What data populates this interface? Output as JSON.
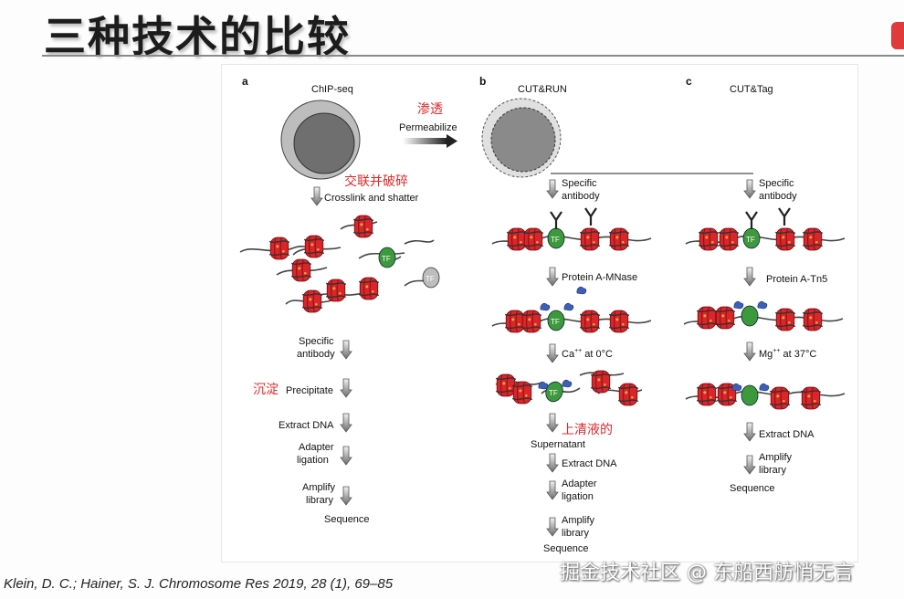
{
  "slide": {
    "title": "三种技术的比较",
    "citation": "Klein, D. C.; Hainer, S. J. Chromosome Res 2019, 28 (1), 69–85",
    "watermark": "掘金技术社区 @ 东船西舫悄无言"
  },
  "figure": {
    "panel_a": {
      "letter": "a",
      "title": "ChIP-seq",
      "zh_crosslink": "交联并破碎",
      "crosslink": "Crosslink and shatter",
      "antibody_1": "Specific",
      "antibody_2": "antibody",
      "zh_precipitate": "沉淀",
      "precipitate": "Precipitate",
      "extract": "Extract DNA",
      "adapter_1": "Adapter",
      "adapter_2": "ligation",
      "amplify_1": "Amplify",
      "amplify_2": "library",
      "sequence": "Sequence",
      "tf": "TF"
    },
    "permeabilize": {
      "zh": "渗透",
      "label": "Permeabilize"
    },
    "panel_b": {
      "letter": "b",
      "title": "CUT&RUN",
      "antibody_1": "Specific",
      "antibody_2": "antibody",
      "protein": "Protein A-MNase",
      "ca_base": "Ca",
      "ca_sup": "++",
      "ca_rest": " at 0°C",
      "zh_supernatant": "上清液的",
      "supernatant": "Supernatant",
      "extract": "Extract DNA",
      "adapter_1": "Adapter",
      "adapter_2": "ligation",
      "amplify_1": "Amplify",
      "amplify_2": "library",
      "sequence": "Sequence",
      "tf": "TF"
    },
    "panel_c": {
      "letter": "c",
      "title": "CUT&Tag",
      "antibody_1": "Specific",
      "antibody_2": "antibody",
      "protein": "Protein A-Tn5",
      "mg_base": "Mg",
      "mg_sup": "++",
      "mg_rest": " at 37°C",
      "extract": "Extract DNA",
      "amplify_1": "Amplify",
      "amplify_2": "library",
      "sequence": "Sequence",
      "tf": "TF"
    },
    "colors": {
      "nucleosome": "#d9262b",
      "tf": "#3c9a3c",
      "protein_a": "#3d5fb8",
      "zh_text": "#e0282a"
    }
  }
}
